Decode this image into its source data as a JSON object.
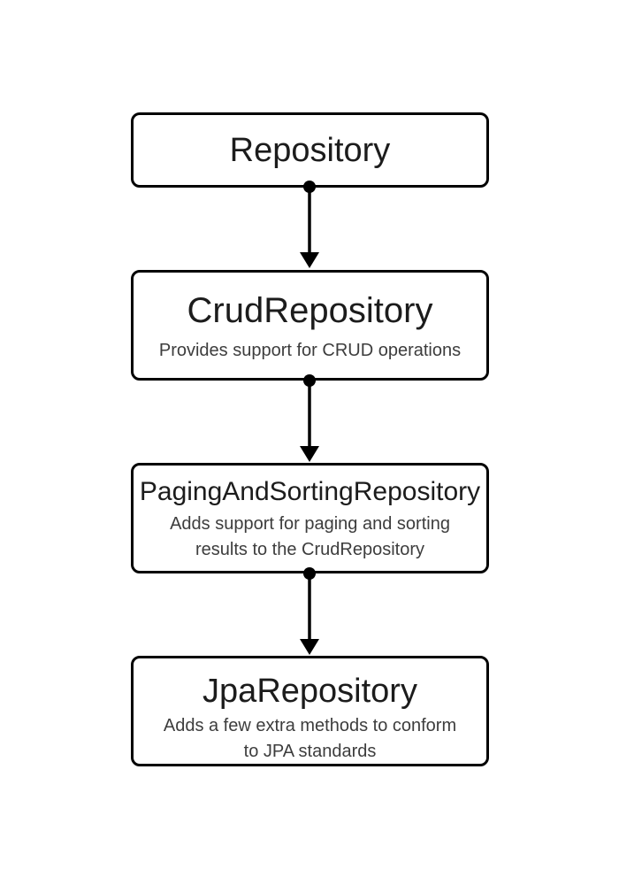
{
  "diagram": {
    "background_color": "#ffffff",
    "box_border_color": "#000000",
    "title_color": "#1c1c1c",
    "subtitle_color": "#3d3d3d",
    "arrow_color": "#000000",
    "nodes": [
      {
        "id": "repository",
        "title": "Repository",
        "subtitle_lines": []
      },
      {
        "id": "crud-repository",
        "title": "CrudRepository",
        "subtitle_lines": [
          "Provides support for CRUD operations"
        ]
      },
      {
        "id": "paging-and-sorting-repository",
        "title": "PagingAndSortingRepository",
        "subtitle_lines": [
          "Adds support for paging and sorting",
          "results to the CrudRepository"
        ]
      },
      {
        "id": "jpa-repository",
        "title": "JpaRepository",
        "subtitle_lines": [
          "Adds a few extra methods to conform",
          "to JPA standards"
        ]
      }
    ],
    "connectors": [
      {
        "from": "repository",
        "to": "crud-repository"
      },
      {
        "from": "crud-repository",
        "to": "paging-and-sorting-repository"
      },
      {
        "from": "paging-and-sorting-repository",
        "to": "jpa-repository"
      }
    ]
  }
}
